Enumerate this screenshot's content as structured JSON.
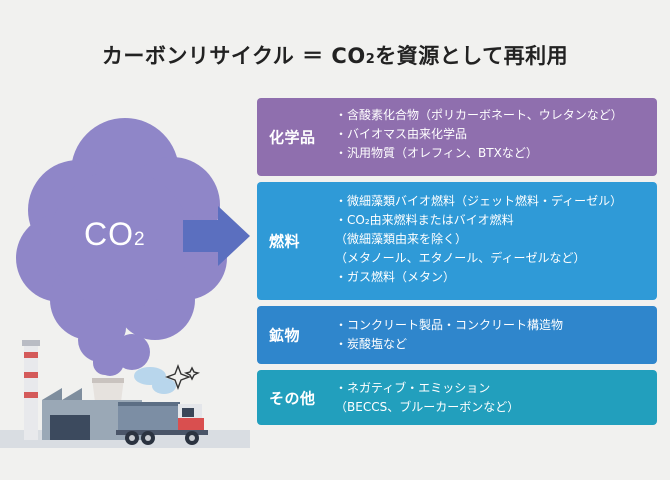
{
  "title": {
    "main": "カーボンリサイクル ＝ CO",
    "sub": "2",
    "rest": "を資源として再利用"
  },
  "cloud": {
    "label": "CO",
    "sub": "2"
  },
  "panels": [
    {
      "name": "化学品",
      "color": "#8f6fae",
      "items": [
        "・含酸素化合物（ポリカーボネート、ウレタンなど）",
        "・バイオマス由来化学品",
        "・汎用物質（オレフィン、BTXなど）"
      ]
    },
    {
      "name": "燃料",
      "color": "#2f9ad7",
      "items": [
        "・微細藻類バイオ燃料（ジェット燃料・ディーゼル）",
        "・CO₂由来燃料またはバイオ燃料",
        "（微細藻類由来を除く）",
        "（メタノール、エタノール、ディーゼルなど）",
        "・ガス燃料（メタン）"
      ]
    },
    {
      "name": "鉱物",
      "color": "#2f86cc",
      "items": [
        "・コンクリート製品・コンクリート構造物",
        "・炭酸塩など"
      ]
    },
    {
      "name": "その他",
      "color": "#229fbd",
      "items": [
        "・ネガティブ・エミッション",
        "（BECCS、ブルーカーボンなど）"
      ]
    }
  ]
}
